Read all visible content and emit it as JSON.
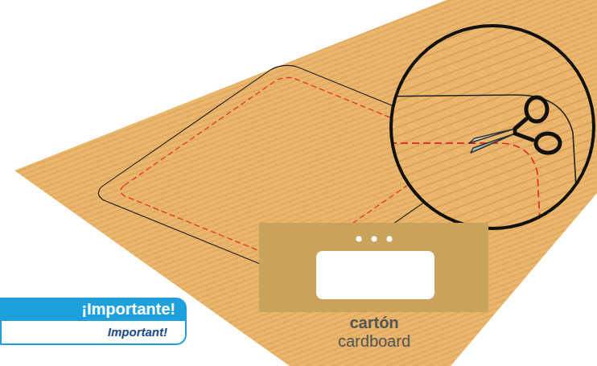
{
  "diagram": {
    "nodes": [
      {
        "text": [
          "¡Importante!",
          "Important!"
        ]
      }
    ],
    "labels": [
      "cartón",
      "cardboard"
    ]
  }
}
